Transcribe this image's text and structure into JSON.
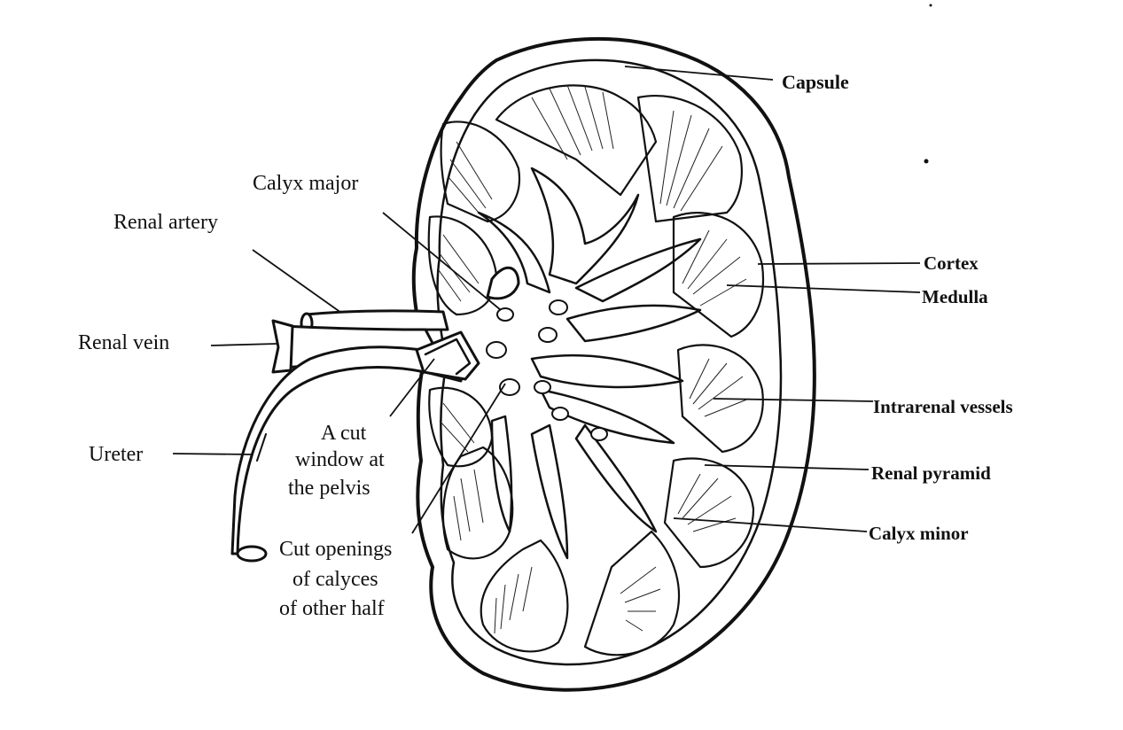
{
  "labels": {
    "capsule": "Capsule",
    "calyx_major": "Calyx major",
    "renal_artery": "Renal artery",
    "renal_vein": "Renal vein",
    "ureter": "Ureter",
    "cut_window_1": "A cut",
    "cut_window_2": "window at",
    "cut_window_3": "the pelvis",
    "cut_openings_1": "Cut openings",
    "cut_openings_2": "of calyces",
    "cut_openings_3": "of other half",
    "cortex": "Cortex",
    "medulla": "Medulla",
    "intrarenal_vessels": "Intrarenal vessels",
    "renal_pyramid": "Renal pyramid",
    "calyx_minor": "Calyx minor"
  }
}
